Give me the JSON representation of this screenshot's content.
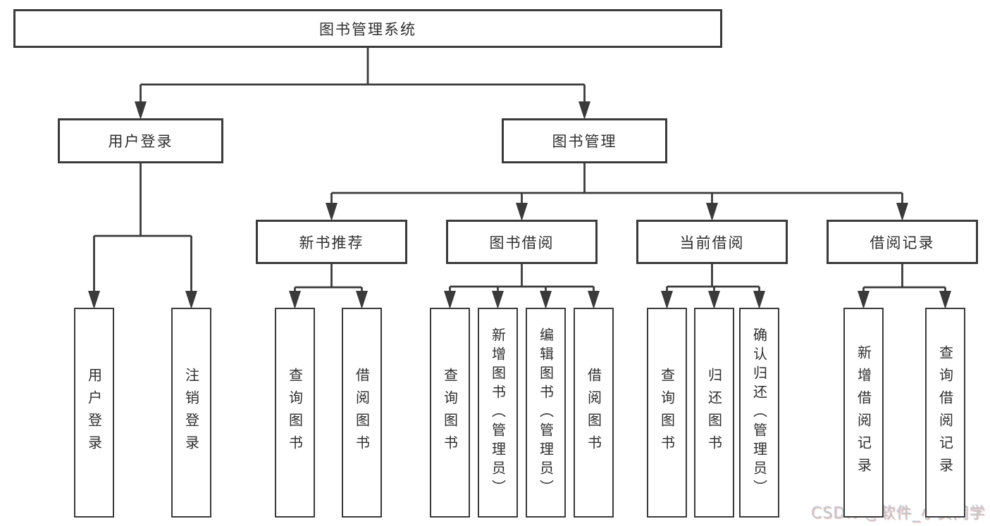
{
  "diagram": {
    "line_color": "#3a3a3a",
    "nodes": [
      {
        "id": "root",
        "label": "图书管理系统",
        "parent": null,
        "orientation": "horizontal"
      },
      {
        "id": "user-login",
        "label": "用户登录",
        "parent": "root",
        "orientation": "horizontal"
      },
      {
        "id": "book-mgmt",
        "label": "图书管理",
        "parent": "root",
        "orientation": "horizontal"
      },
      {
        "id": "new-book-rec",
        "label": "新书推荐",
        "parent": "book-mgmt",
        "orientation": "horizontal"
      },
      {
        "id": "book-borrow",
        "label": "图书借阅",
        "parent": "book-mgmt",
        "orientation": "horizontal"
      },
      {
        "id": "current-borrow",
        "label": "当前借阅",
        "parent": "book-mgmt",
        "orientation": "horizontal"
      },
      {
        "id": "borrow-records",
        "label": "借阅记录",
        "parent": "book-mgmt",
        "orientation": "horizontal"
      },
      {
        "id": "ul-login",
        "label": "用户登录",
        "parent": "user-login",
        "orientation": "vertical"
      },
      {
        "id": "ul-logout",
        "label": "注销登录",
        "parent": "user-login",
        "orientation": "vertical"
      },
      {
        "id": "nb-query",
        "label": "查询图书",
        "parent": "new-book-rec",
        "orientation": "vertical"
      },
      {
        "id": "nb-borrow",
        "label": "借阅图书",
        "parent": "new-book-rec",
        "orientation": "vertical"
      },
      {
        "id": "bb-query",
        "label": "查询图书",
        "parent": "book-borrow",
        "orientation": "vertical"
      },
      {
        "id": "bb-add",
        "label": "新增图书（管理员）",
        "parent": "book-borrow",
        "orientation": "vertical"
      },
      {
        "id": "bb-edit",
        "label": "编辑图书（管理员）",
        "parent": "book-borrow",
        "orientation": "vertical"
      },
      {
        "id": "bb-borrow",
        "label": "借阅图书",
        "parent": "book-borrow",
        "orientation": "vertical"
      },
      {
        "id": "cb-query",
        "label": "查询图书",
        "parent": "current-borrow",
        "orientation": "vertical"
      },
      {
        "id": "cb-return",
        "label": "归还图书",
        "parent": "current-borrow",
        "orientation": "vertical"
      },
      {
        "id": "cb-confirm",
        "label": "确认归还（管理员）",
        "parent": "current-borrow",
        "orientation": "vertical"
      },
      {
        "id": "br-add",
        "label": "新增借阅记录",
        "parent": "borrow-records",
        "orientation": "vertical"
      },
      {
        "id": "br-query",
        "label": "查询借阅记录",
        "parent": "borrow-records",
        "orientation": "vertical"
      }
    ]
  },
  "watermark": {
    "text": "CSDN @软件_小贺同学"
  }
}
